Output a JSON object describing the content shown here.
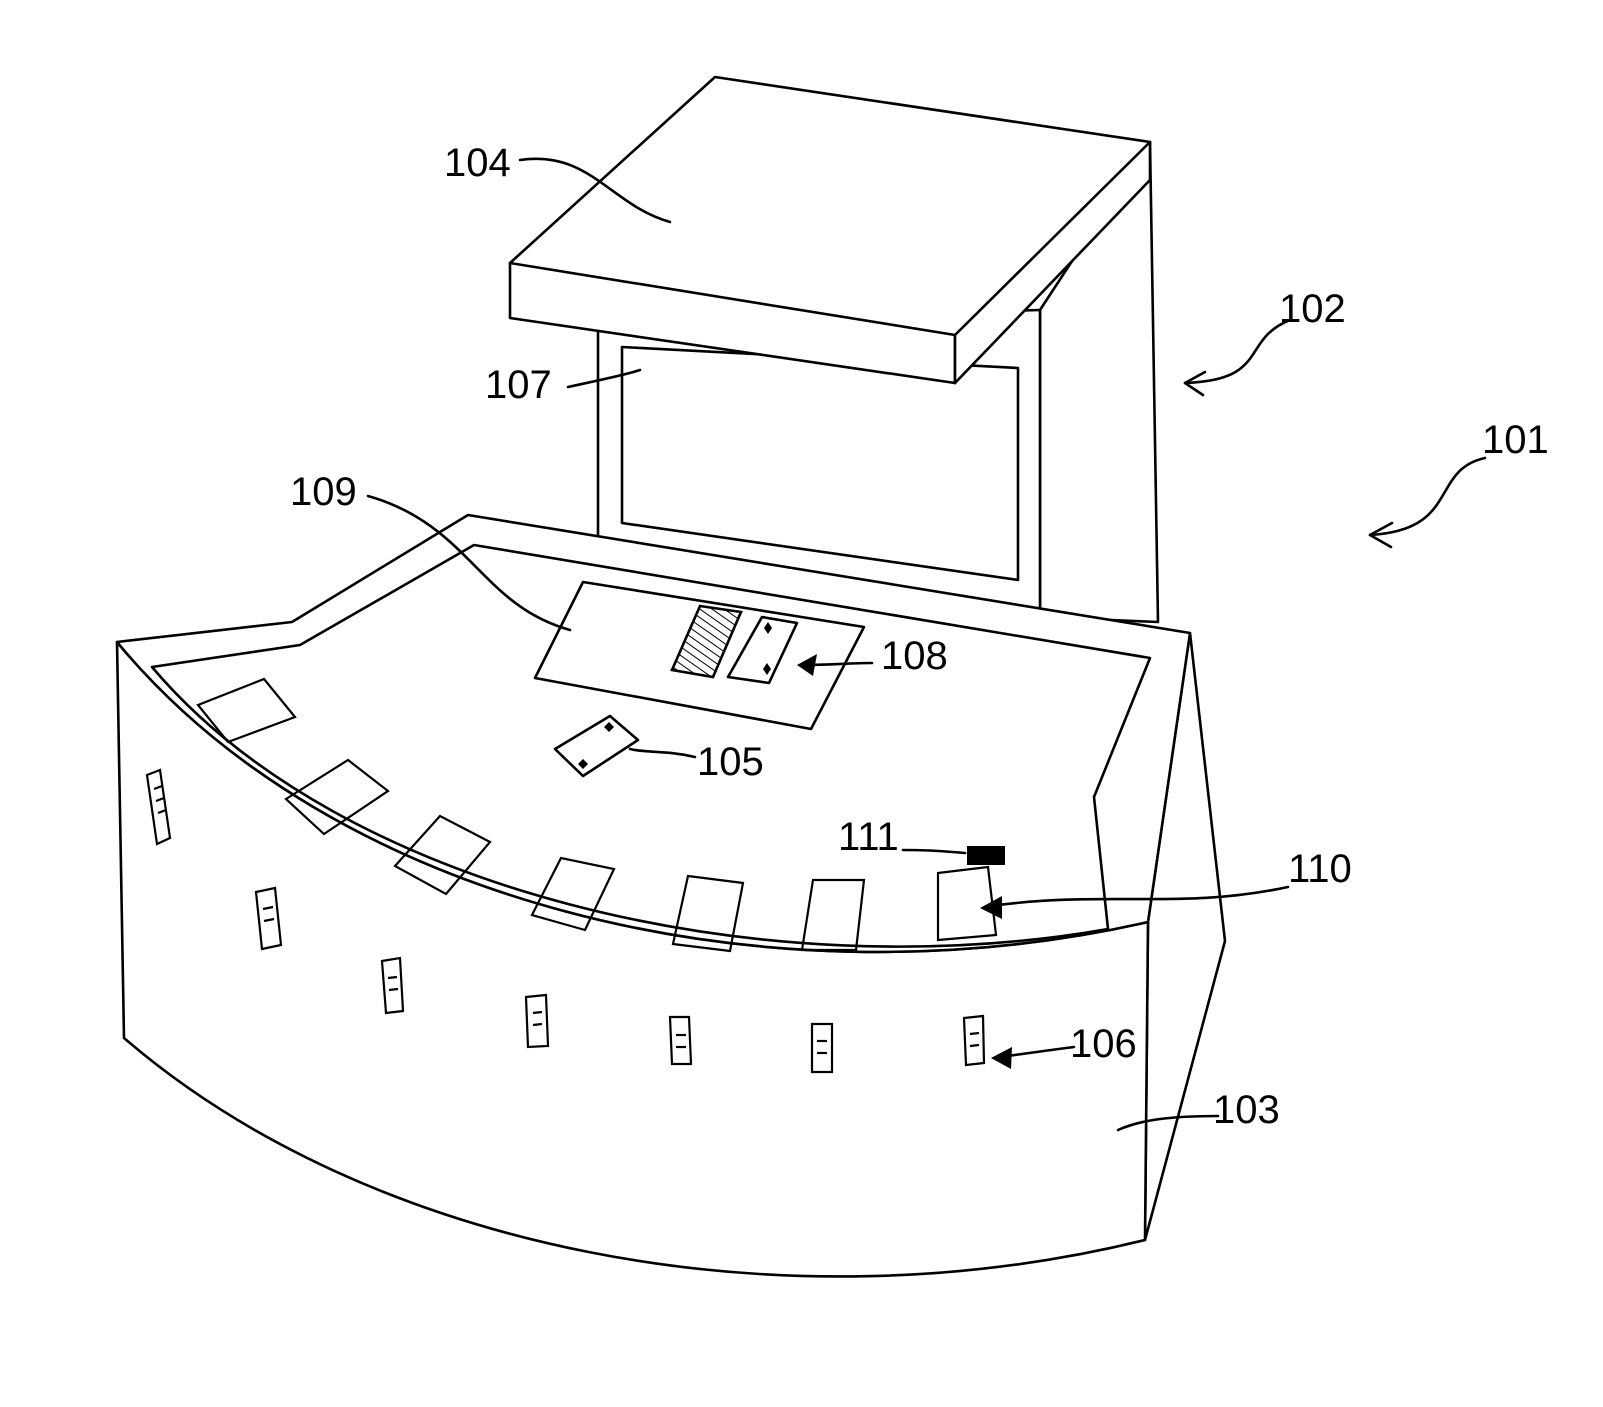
{
  "labels": {
    "l101": "101",
    "l102": "102",
    "l103": "103",
    "l104": "104",
    "l105": "105",
    "l106": "106",
    "l107": "107",
    "l108": "108",
    "l109": "109",
    "l110": "110",
    "l111": "111"
  },
  "colors": {
    "line": "#000000",
    "background": "#ffffff"
  }
}
